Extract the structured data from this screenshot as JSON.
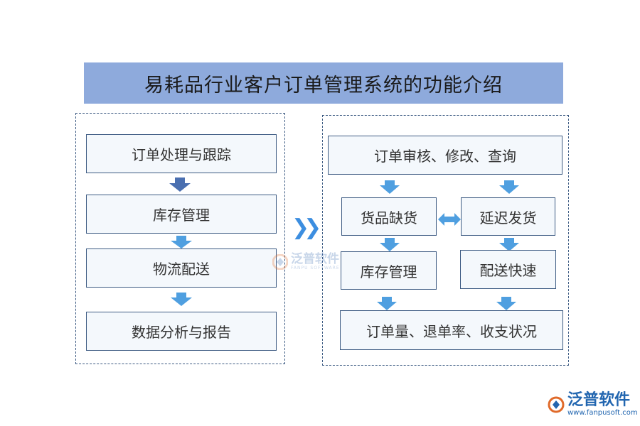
{
  "title": "易耗品行业客户订单管理系统的功能介绍",
  "left_flow": {
    "steps": [
      "订单处理与跟踪",
      "库存管理",
      "物流配送",
      "数据分析与报告"
    ]
  },
  "right_flow": {
    "top": "订单审核、修改、查询",
    "mid_left": "货品缺货",
    "mid_right": "延迟发货",
    "lower_left": "库存管理",
    "lower_right": "配送快速",
    "bottom": "订单量、退单率、收支状况"
  },
  "connector": {
    "symbol": "❯❯"
  },
  "watermark": {
    "name": "泛普软件",
    "sub": "FANPU SOFTWARE"
  },
  "logo": {
    "name": "泛普软件",
    "url": "www.fanpusoft.com"
  },
  "colors": {
    "title_bg": "#8eaadc",
    "box_border": "#3c5a82",
    "box_fill": "#f4f8fc",
    "arrow_dark": "#4a6fb0",
    "arrow_light": "#4f9fe0",
    "brand": "#2266b0"
  }
}
